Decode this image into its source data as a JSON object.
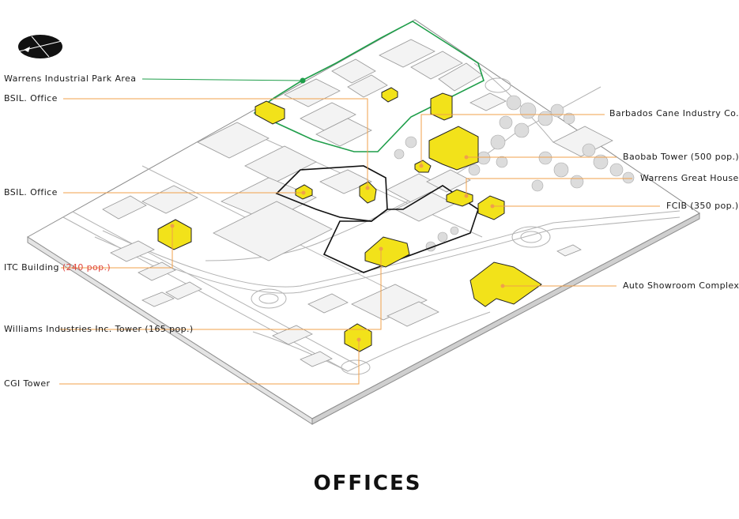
{
  "title": "OFFICES",
  "colors": {
    "leader": "#f0a04b",
    "building": "#f2e21a",
    "park_outline": "#1f9e4a",
    "district_outline": "#111111",
    "note_red": "#e0463e"
  },
  "labels": {
    "warrens_park": "Warrens Industrial Park Area",
    "bsil_office_1": "BSIL. Office",
    "bsil_office_2": "BSIL. Office",
    "itc_name": "ITC Building",
    "itc_pop": "(240 pop.)",
    "williams": "Williams Industries Inc. Tower (165 pop.)",
    "cgi": "CGI Tower",
    "barbados_cane": "Barbados Cane Industry Co.",
    "baobab": "Baobab Tower (500 pop.)",
    "warrens_house": "Warrens Great House",
    "fcib": "FCIB (350 pop.)",
    "auto_showroom": "Auto Showroom Complex"
  }
}
